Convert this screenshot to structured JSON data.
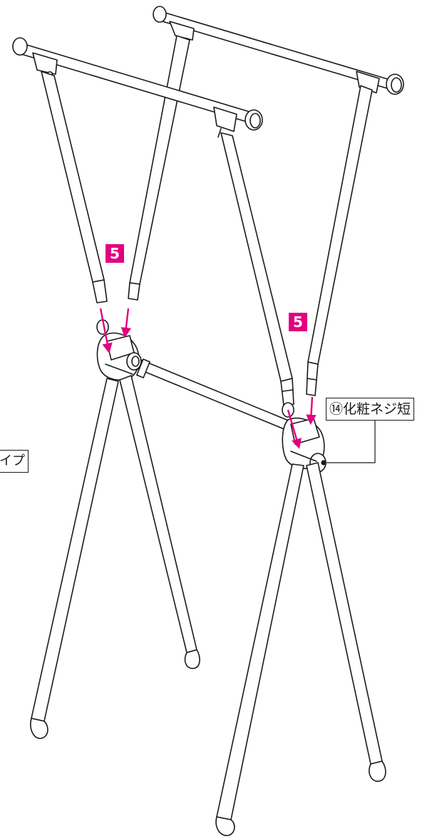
{
  "step_labels": [
    "5",
    "5"
  ],
  "callouts": {
    "cosmetic_screw_short": "⑭化粧ネジ短",
    "pipe_partial": "イプ"
  },
  "colors": {
    "accent": "#e3007f",
    "line": "#1a1a1a",
    "background": "#ffffff"
  }
}
